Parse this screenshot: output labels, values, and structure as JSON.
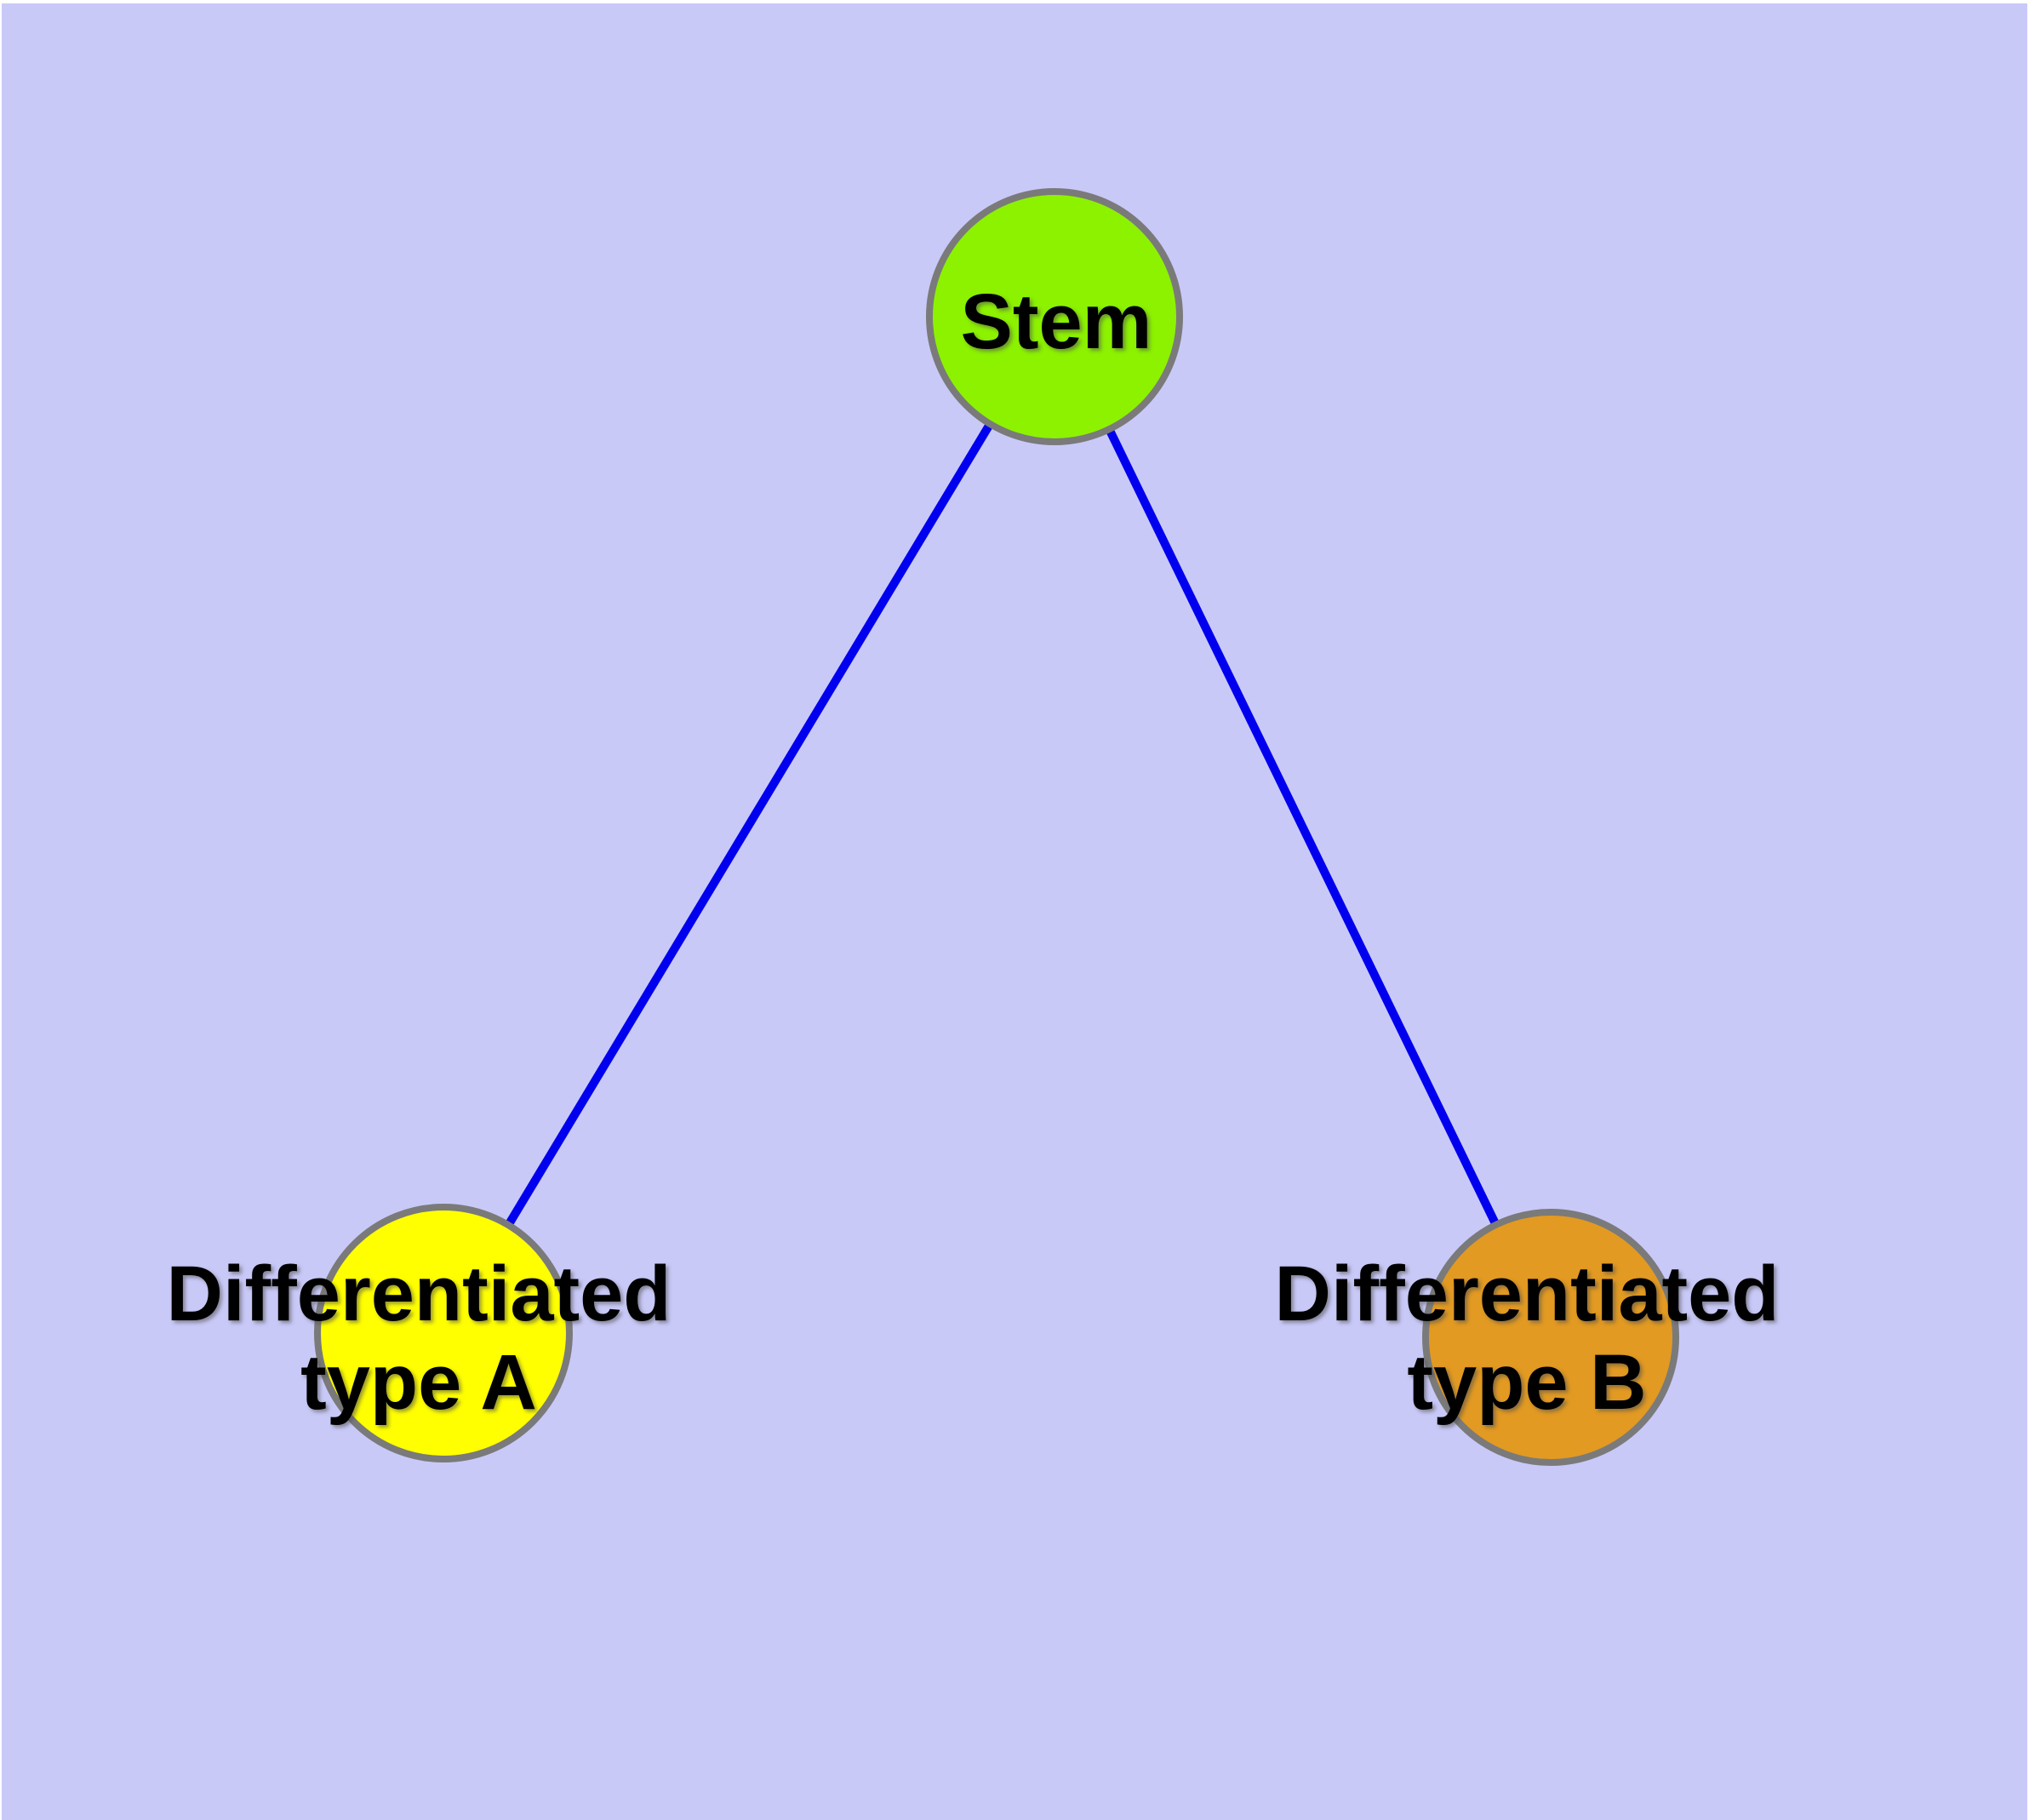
{
  "diagram": {
    "background_color": "#c9c9f8",
    "edge_color": "#0000ee",
    "node_border_color": "#7a7a7a",
    "text_color": "#000000",
    "nodes": [
      {
        "id": "stem",
        "label": "Stem",
        "lines": [
          "Stem"
        ],
        "color": "#8cf200"
      },
      {
        "id": "type-a",
        "label": "Differentiated type A",
        "lines": [
          "Differentiated",
          "type A"
        ],
        "color": "#ffff00"
      },
      {
        "id": "type-b",
        "label": "Differentiated type B",
        "lines": [
          "Differentiated",
          "type B"
        ],
        "color": "#e29a22"
      }
    ],
    "edges": [
      {
        "from": "Stem",
        "to": "Differentiated type A"
      },
      {
        "from": "Stem",
        "to": "Differentiated type B"
      }
    ]
  }
}
